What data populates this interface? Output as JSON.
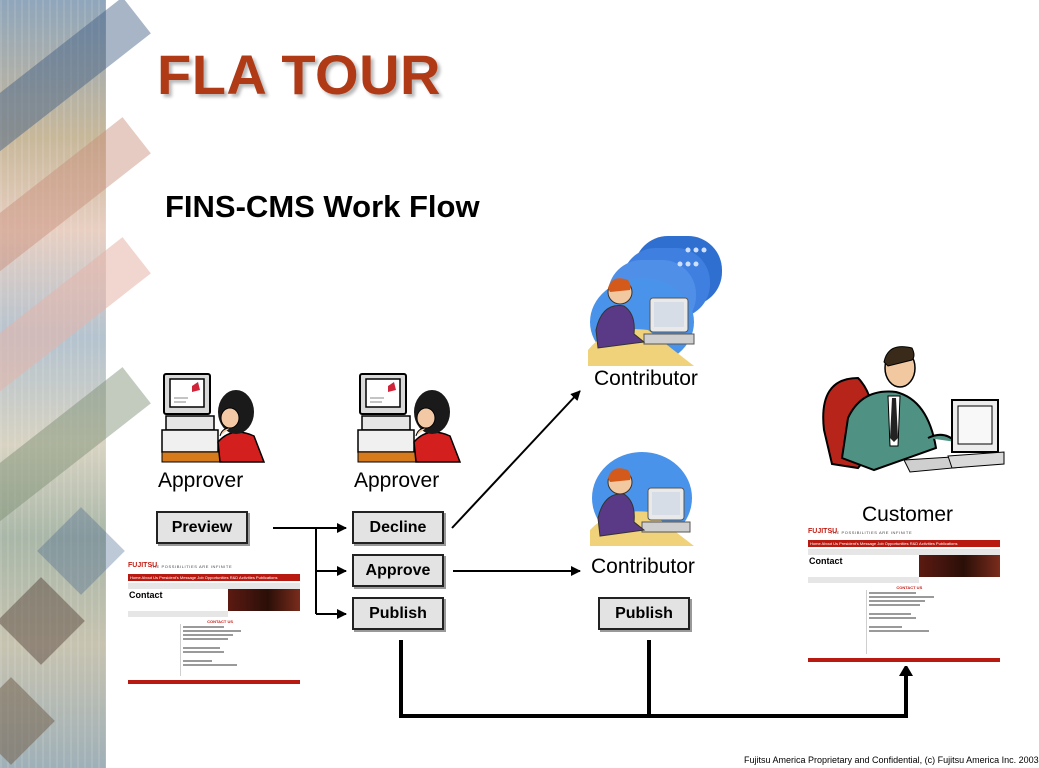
{
  "slide": {
    "title": "FLA TOUR",
    "subtitle": "FINS-CMS Work Flow",
    "footer": "Fujitsu America Proprietary and Confidential, (c) Fujitsu America Inc. 2003"
  },
  "workflow": {
    "approver1": {
      "role": "Approver",
      "button": "Preview"
    },
    "approver2": {
      "role": "Approver",
      "buttons": [
        "Decline",
        "Approve",
        "Publish"
      ]
    },
    "contributor_top": {
      "role": "Contributor"
    },
    "contributor_mid": {
      "role": "Contributor",
      "button": "Publish"
    },
    "customer": {
      "role": "Customer"
    }
  },
  "web_page_mockup": {
    "brand": "FUJITSU",
    "tagline": "THE POSSIBILITIES ARE INFINITE",
    "nav": "Home  About Us  President's Message  Job Opportunities  R&D Activities  Publications",
    "heading": "Contact",
    "subheading": "CONTACT US"
  },
  "colors": {
    "title": "#b03a16",
    "button_bg": "#e3e3e3",
    "brand_red": "#c41b12"
  },
  "icons": [
    "person-at-computer-icon",
    "contributor-group-icon",
    "contributor-icon",
    "businessman-at-computer-icon",
    "web-page-thumbnail"
  ]
}
